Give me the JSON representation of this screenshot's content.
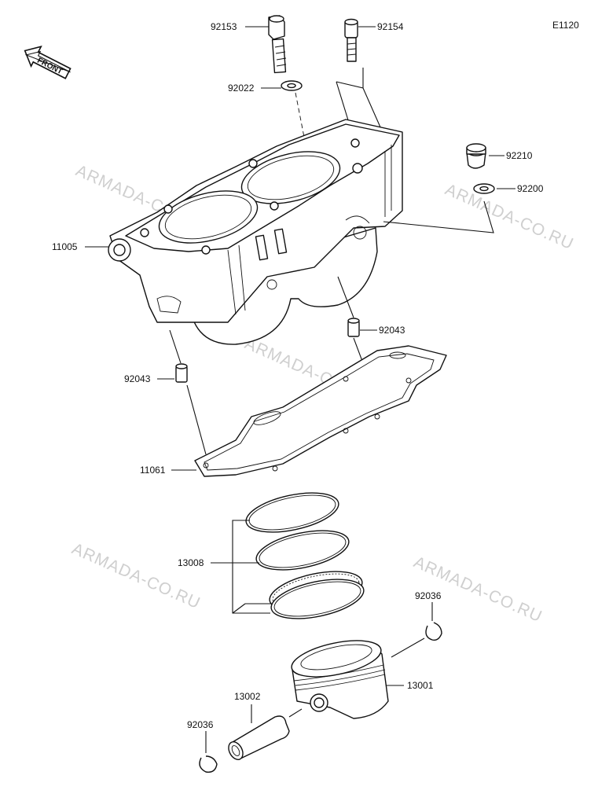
{
  "diagram_code": "E1120",
  "front_label": "FRONT",
  "watermark": "ARMADA-CO.RU",
  "parts": {
    "bolt_a": "92153",
    "bolt_b": "92154",
    "washer": "92022",
    "cylinder_block": "11005",
    "plug": "92210",
    "plug_washer": "92200",
    "dowel_right": "92043",
    "dowel_left": "92043",
    "gasket": "11061",
    "ring_set": "13008",
    "circlip_right": "92036",
    "piston": "13001",
    "piston_pin": "13002",
    "circlip_left": "92036"
  }
}
